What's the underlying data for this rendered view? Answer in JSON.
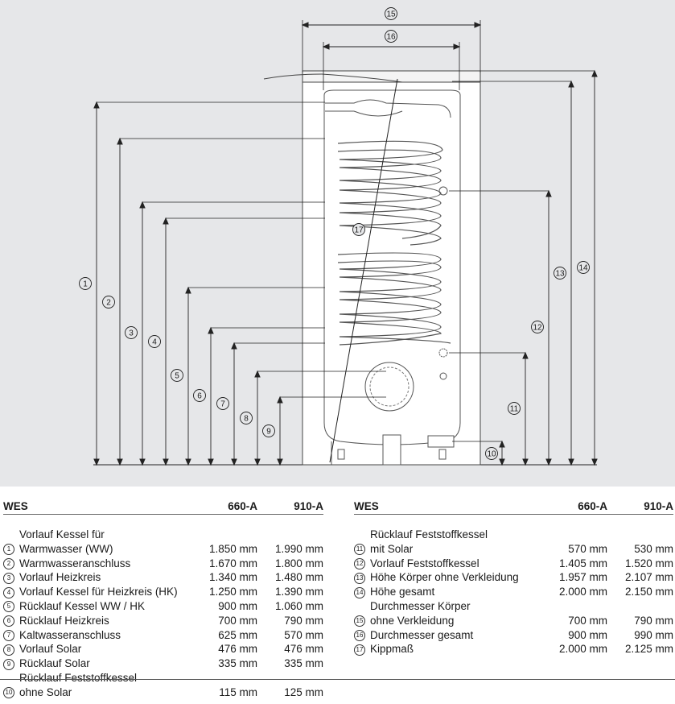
{
  "diagram": {
    "labels": [
      "1",
      "2",
      "3",
      "4",
      "5",
      "6",
      "7",
      "8",
      "9",
      "10",
      "11",
      "12",
      "13",
      "14",
      "15",
      "16",
      "17"
    ]
  },
  "tables": [
    {
      "header": {
        "name": "WES",
        "col1": "660-A",
        "col2": "910-A"
      },
      "rows": [
        {
          "num": "1",
          "name": [
            "Vorlauf Kessel für",
            "Warmwasser (WW)"
          ],
          "col1": "1.850 mm",
          "col2": "1.990 mm"
        },
        {
          "num": "2",
          "name": [
            "Warmwasseranschluss"
          ],
          "col1": "1.670 mm",
          "col2": "1.800 mm"
        },
        {
          "num": "3",
          "name": [
            "Vorlauf Heizkreis"
          ],
          "col1": "1.340 mm",
          "col2": "1.480 mm"
        },
        {
          "num": "4",
          "name": [
            "Vorlauf Kessel für Heizkreis (HK)"
          ],
          "col1": "1.250 mm",
          "col2": "1.390 mm"
        },
        {
          "num": "5",
          "name": [
            "Rücklauf Kessel WW / HK"
          ],
          "col1": "900 mm",
          "col2": "1.060 mm"
        },
        {
          "num": "6",
          "name": [
            "Rücklauf Heizkreis"
          ],
          "col1": "700 mm",
          "col2": "790 mm"
        },
        {
          "num": "7",
          "name": [
            "Kaltwasseranschluss"
          ],
          "col1": "625 mm",
          "col2": "570 mm"
        },
        {
          "num": "8",
          "name": [
            "Vorlauf Solar"
          ],
          "col1": "476 mm",
          "col2": "476 mm"
        },
        {
          "num": "9",
          "name": [
            "Rücklauf Solar"
          ],
          "col1": "335 mm",
          "col2": "335 mm"
        },
        {
          "num": "10",
          "name": [
            "Rücklauf Feststoffkessel",
            "ohne Solar"
          ],
          "col1": "115 mm",
          "col2": "125 mm"
        }
      ]
    },
    {
      "header": {
        "name": "WES",
        "col1": "660-A",
        "col2": "910-A"
      },
      "rows": [
        {
          "num": "11",
          "name": [
            "Rücklauf Feststoffkessel",
            "mit Solar"
          ],
          "col1": "570 mm",
          "col2": "530 mm"
        },
        {
          "num": "12",
          "name": [
            "Vorlauf Feststoffkessel"
          ],
          "col1": "1.405 mm",
          "col2": "1.520 mm"
        },
        {
          "num": "13",
          "name": [
            "Höhe Körper ohne Verkleidung"
          ],
          "col1": "1.957 mm",
          "col2": "2.107 mm"
        },
        {
          "num": "14",
          "name": [
            "Höhe gesamt"
          ],
          "col1": "2.000 mm",
          "col2": "2.150 mm"
        },
        {
          "num": "15",
          "name": [
            "Durchmesser Körper",
            "ohne Verkleidung"
          ],
          "col1": "700 mm",
          "col2": "790 mm"
        },
        {
          "num": "16",
          "name": [
            "Durchmesser gesamt"
          ],
          "col1": "900 mm",
          "col2": "990 mm"
        },
        {
          "num": "17",
          "name": [
            "Kippmaß"
          ],
          "col1": "2.000 mm",
          "col2": "2.125 mm"
        }
      ]
    }
  ]
}
